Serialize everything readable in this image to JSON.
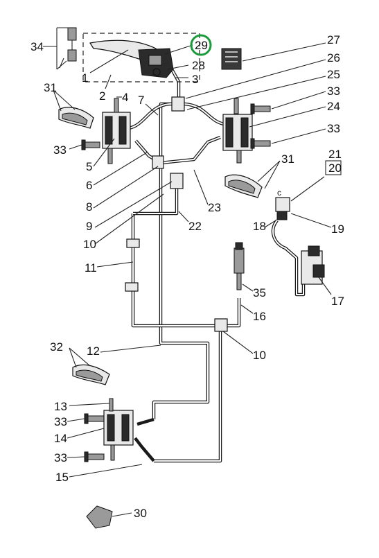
{
  "diagram": {
    "callouts": {
      "c1": "1",
      "c2": "2",
      "c3": "3",
      "c4": "4",
      "c5": "5",
      "c6": "6",
      "c7": "7",
      "c8": "8",
      "c9": "9",
      "c10a": "10",
      "c10b": "10",
      "c11": "11",
      "c12": "12",
      "c13": "13",
      "c14": "14",
      "c15": "15",
      "c16": "16",
      "c17": "17",
      "c18": "18",
      "c19": "19",
      "c20": "20",
      "c21": "21",
      "c22": "22",
      "c23": "23",
      "c24": "24",
      "c25": "25",
      "c26": "26",
      "c27": "27",
      "c28": "28",
      "c29": "29",
      "c30": "30",
      "c31a": "31",
      "c31b": "31",
      "c32": "32",
      "c33a": "33",
      "c33b": "33",
      "c33c": "33",
      "c33d": "33",
      "c33e": "33",
      "c34": "34",
      "c35": "35"
    },
    "small_letter": "c",
    "highlight_color": "#1a9a3a",
    "line_color": "#222222"
  }
}
